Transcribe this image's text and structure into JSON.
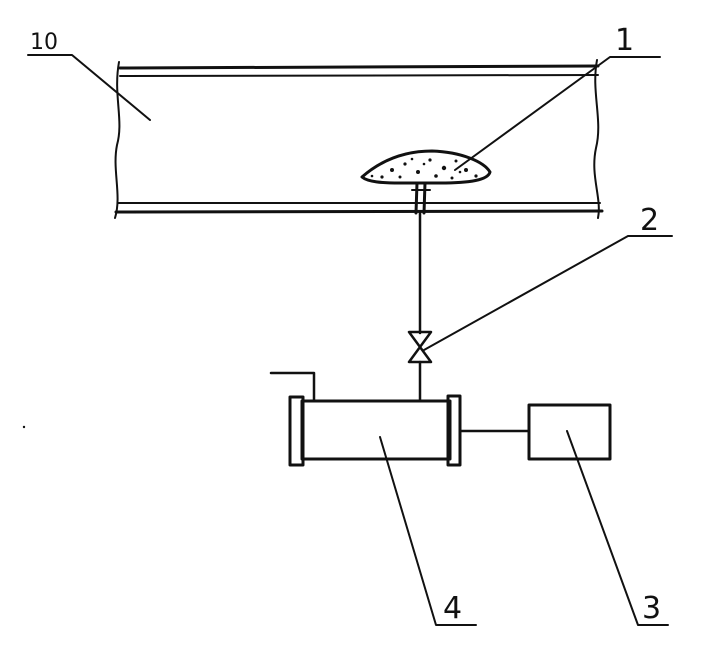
{
  "labels": {
    "pipe": "10",
    "deposit": "1",
    "valve": "2",
    "controller": "3",
    "cylinder": "4"
  },
  "colors": {
    "ink": "#111111",
    "background": "#ffffff"
  }
}
